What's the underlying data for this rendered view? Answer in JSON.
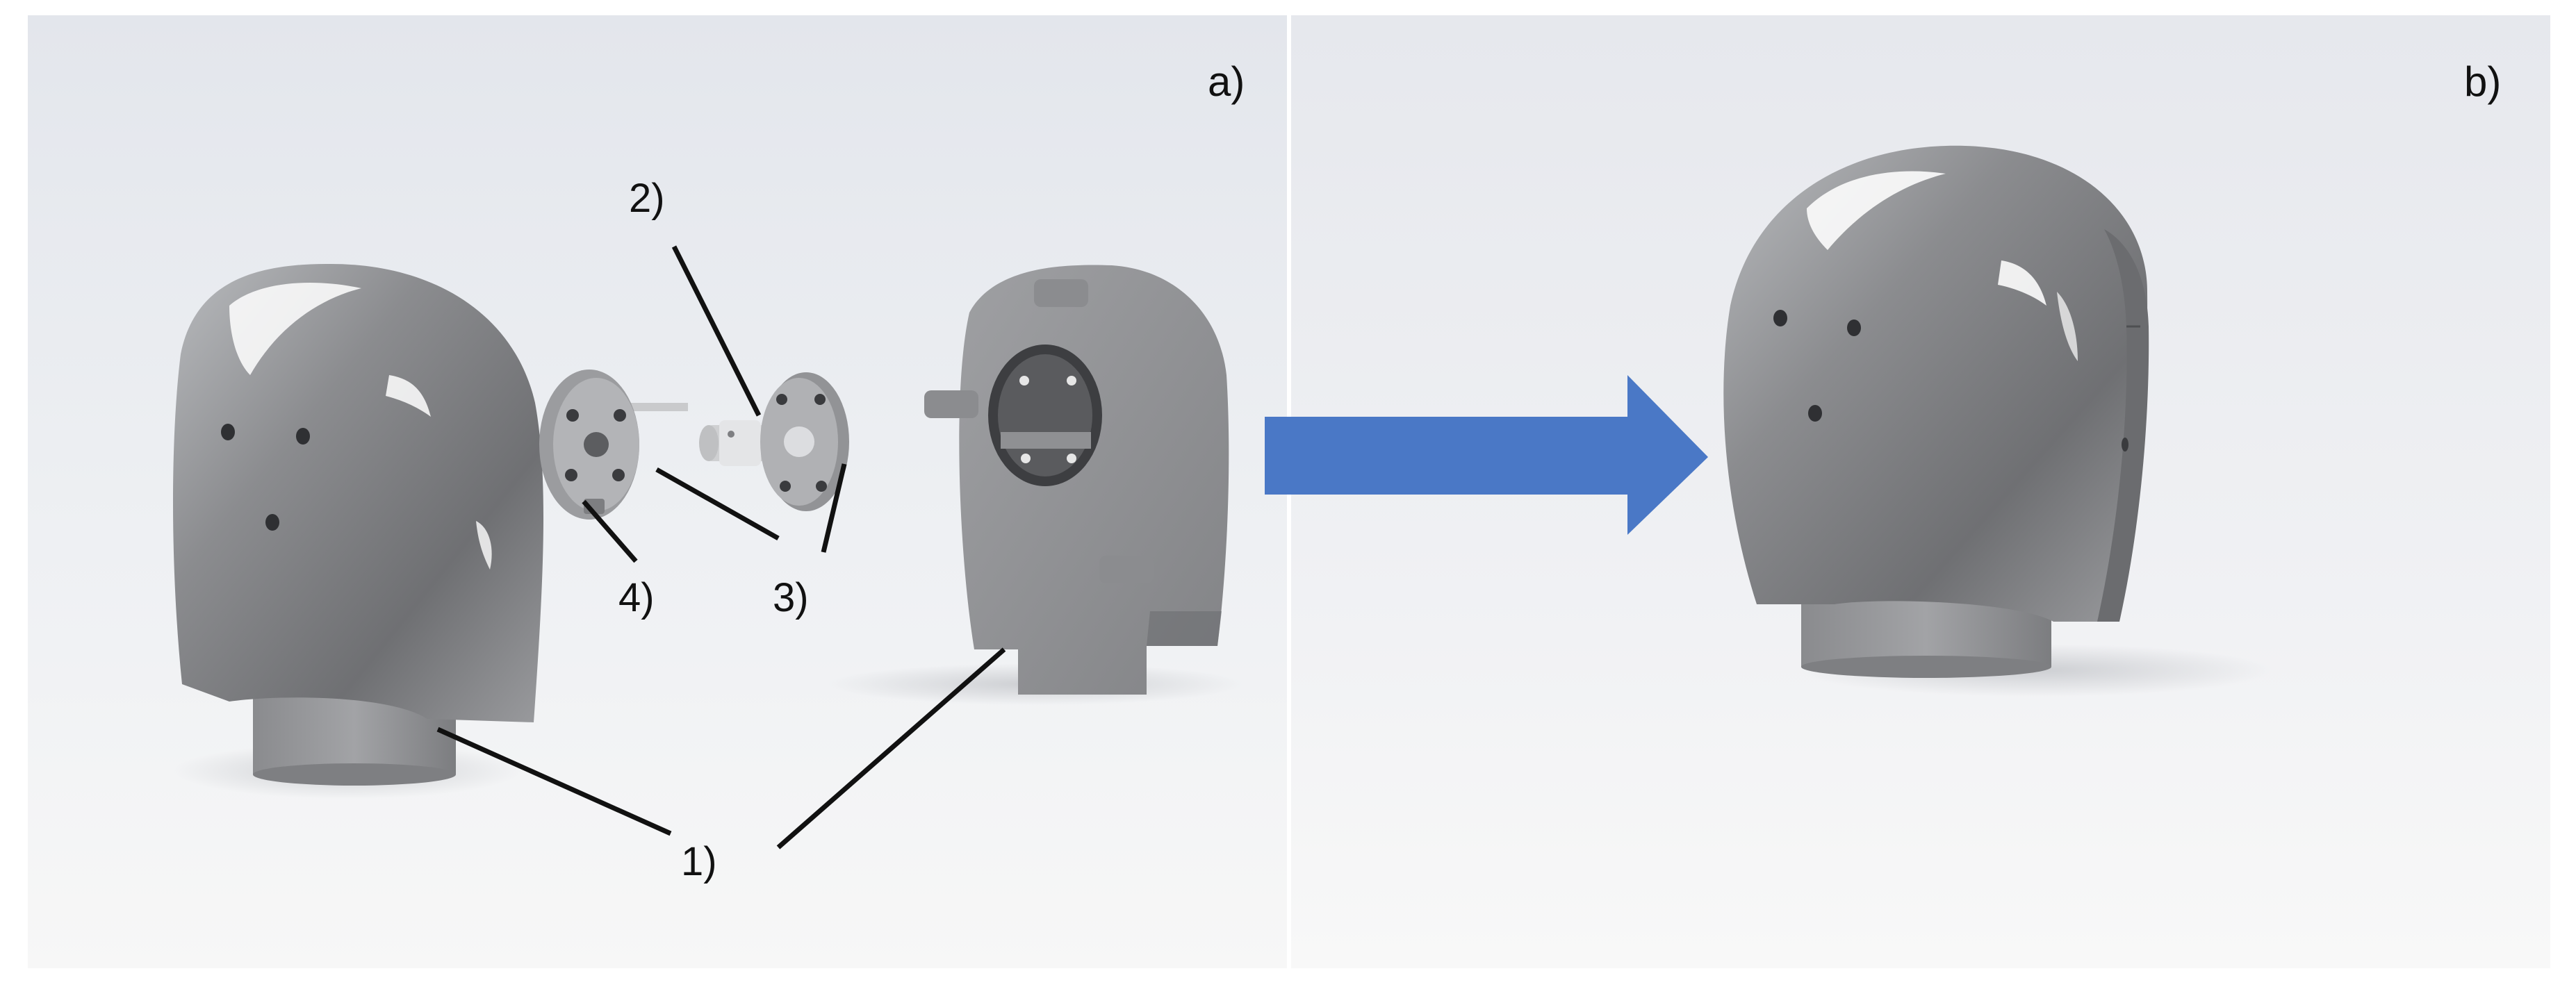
{
  "panels": {
    "a": {
      "label": "a)"
    },
    "b": {
      "label": "b)"
    }
  },
  "callouts": {
    "c1": "1)",
    "c2": "2)",
    "c3": "3)",
    "c4": "4)"
  },
  "colors": {
    "background": "#eceef2",
    "metal": "#8e8f91",
    "arrow": "#4a78c6",
    "leader": "#111111"
  },
  "icons": {
    "arrow": "right-arrow-icon"
  }
}
